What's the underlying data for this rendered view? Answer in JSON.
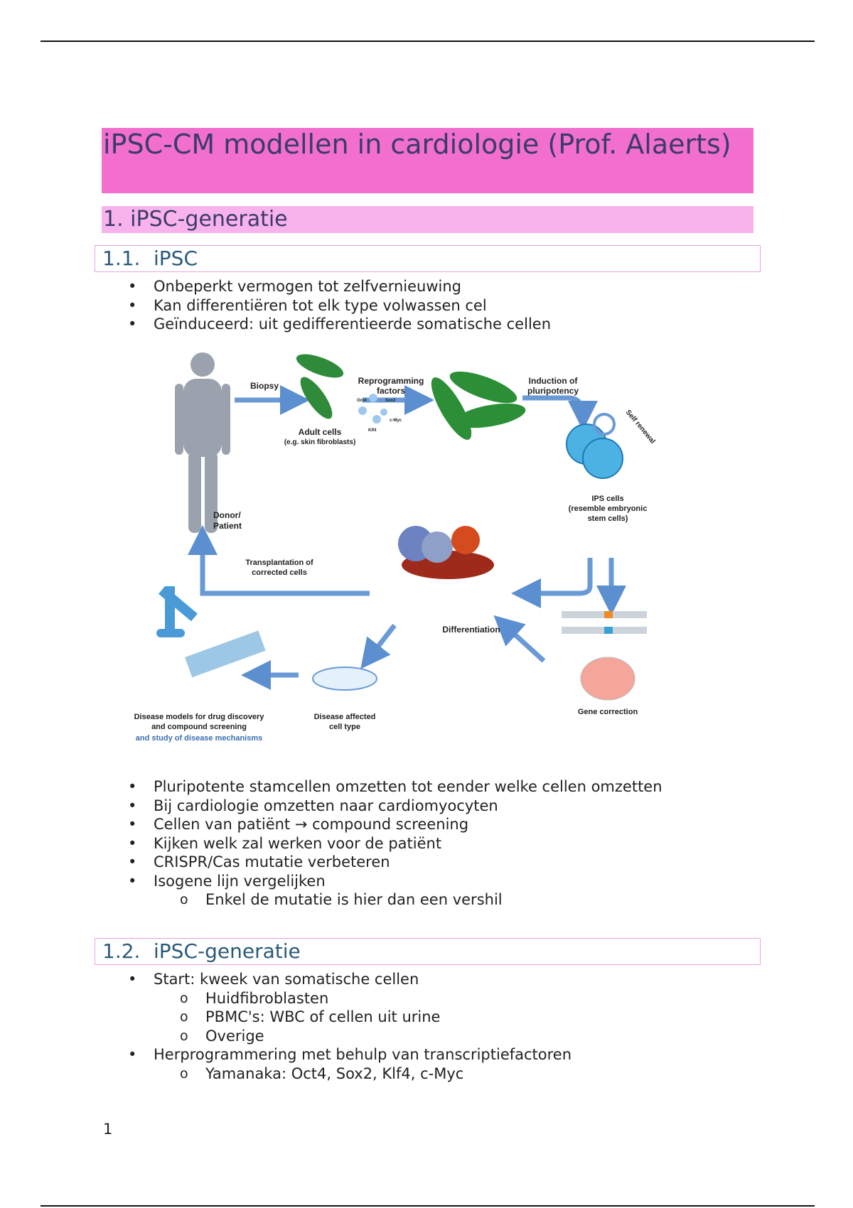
{
  "title": "iPSC-CM modellen in cardiologie (Prof. Alaerts)",
  "section1": "1. iPSC-generatie",
  "sub11": {
    "num": "1.1.",
    "label": "iPSC"
  },
  "bullets_a": [
    "Onbeperkt vermogen tot zelfvernieuwing",
    "Kan differentiëren tot elk type volwassen cel",
    "Geïnduceerd: uit gedifferentieerde somatische cellen"
  ],
  "figure": {
    "donor": "Donor/",
    "patient": "Patient",
    "biopsy": "Biopsy",
    "adult": "Adult cells",
    "adult_eg": "(e.g. skin fibroblasts)",
    "reprog1": "Reprogramming",
    "reprog2": "factors",
    "oct": "Oct4",
    "sox": "Sox2",
    "klf": "Klf4",
    "myc": "c-Myc",
    "induct1": "Induction of",
    "induct2": "pluripotency",
    "self": "Self renewal",
    "ips1": "IPS cells",
    "ips2": "(resemble embryonic",
    "ips3": "stem cells)",
    "trans1": "Transplantation of",
    "trans2": "corrected cells",
    "diff": "Differentiation",
    "gene": "Gene correction",
    "dis1": "Disease affected",
    "dis2": "cell type",
    "model1": "Disease models for drug discovery",
    "model2": "and compound screening",
    "model3": "and study of disease mechanisms"
  },
  "bullets_b": [
    {
      "t": "Pluripotente stamcellen omzetten tot eender welke cellen omzetten",
      "l": 1
    },
    {
      "t": "Bij cardiologie omzetten naar cardiomyocyten",
      "l": 1
    },
    {
      "t": "Cellen van patiënt → compound screening",
      "l": 1
    },
    {
      "t": "Kijken welk zal werken voor de patiënt",
      "l": 1
    },
    {
      "t": "CRISPR/Cas mutatie verbeteren",
      "l": 1
    },
    {
      "t": "Isogene lijn vergelijken",
      "l": 1
    },
    {
      "t": "Enkel de mutatie is hier dan een vershil",
      "l": 2
    }
  ],
  "sub12": {
    "num": "1.2.",
    "label": "iPSC-generatie"
  },
  "bullets_c": [
    {
      "t": "Start: kweek van somatische cellen",
      "l": 1
    },
    {
      "t": "Huidfibroblasten",
      "l": 2
    },
    {
      "t": "PBMC's: WBC of cellen uit urine",
      "l": 2
    },
    {
      "t": "Overige",
      "l": 2
    },
    {
      "t": "Herprogrammering met behulp van transcriptiefactoren",
      "l": 1
    },
    {
      "t": "Yamanaka: Oct4, Sox2, Klf4, c-Myc",
      "l": 2
    }
  ],
  "page_number": "1"
}
